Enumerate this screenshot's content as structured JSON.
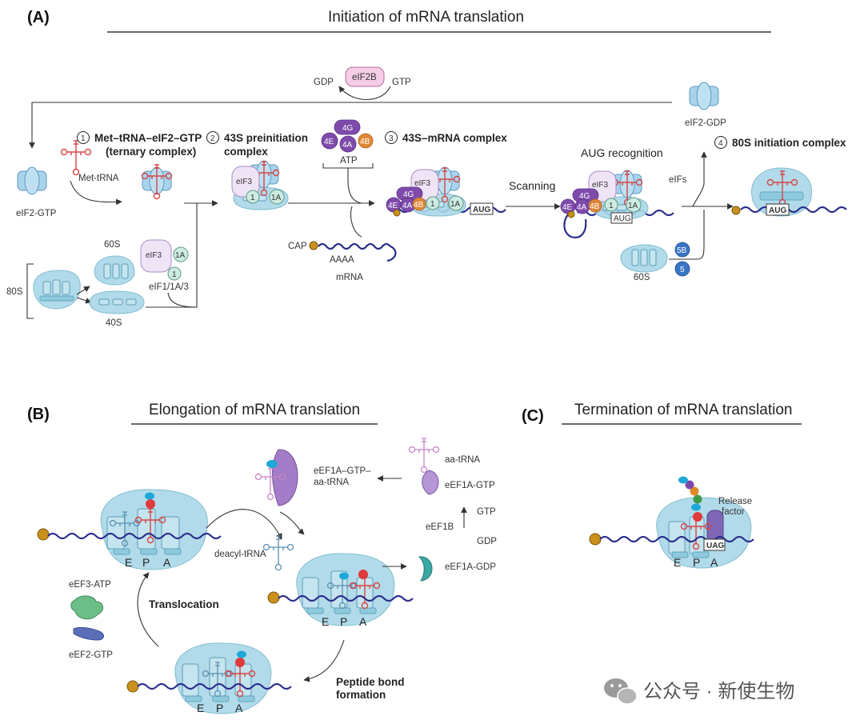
{
  "panelA": {
    "letter": "(A)",
    "title": "Initiation of mRNA translation",
    "recycle": {
      "gdp": "GDP",
      "eif2b": "eIF2B",
      "gtp": "GTP",
      "eif2_gdp": "eIF2-GDP"
    },
    "eif2_gtp": "eIF2-GTP",
    "met_trna": "Met-tRNA",
    "step1": {
      "num": "1",
      "line1": "Met–tRNA–eIF2–GTP",
      "line2": "(ternary complex)"
    },
    "step2": {
      "num": "2",
      "line1": "43S preinitiation",
      "line2": "complex"
    },
    "step3": {
      "num": "3",
      "label": "43S–mRNA complex"
    },
    "step4": {
      "num": "4",
      "label": "80S initiation complex"
    },
    "subunit_60s": "60S",
    "subunit_40s": "40S",
    "subunit_80s": "80S",
    "eif1_1a_3": "eIF1/1A/3",
    "eif3": "eIF3",
    "f1": "1",
    "f1a": "1A",
    "f4g": "4G",
    "f4e": "4E",
    "f4a": "4A",
    "f4b": "4B",
    "atp": "ATP",
    "cap": "CAP",
    "aaaa": "AAAA",
    "mrna": "mRNA",
    "scanning": "Scanning",
    "aug_recognition": "AUG recognition",
    "aug": "AUG",
    "eifs": "eIFs",
    "f5b": "5B",
    "f5": "5",
    "subunit_60s_b": "60S"
  },
  "panelB": {
    "letter": "(B)",
    "title": "Elongation of mRNA translation",
    "ternary": {
      "line1": "eEF1A–GTP–",
      "line2": "aa-tRNA"
    },
    "aa_trna": "aa-tRNA",
    "eef1a_gtp": "eEF1A-GTP",
    "gtp": "GTP",
    "eef1b": "eEF1B",
    "gdp": "GDP",
    "eef1a_gdp": "eEF1A-GDP",
    "deacyl": "deacyl-tRNA",
    "eef3_atp": "eEF3-ATP",
    "translocation": "Translocation",
    "eef2_gtp": "eEF2-GTP",
    "peptide": {
      "line1": "Peptide bond",
      "line2": "formation"
    },
    "site_e": "E",
    "site_p": "P",
    "site_a": "A"
  },
  "panelC": {
    "letter": "(C)",
    "title": "Termination of mRNA translation",
    "release": {
      "line1": "Release",
      "line2": "factor"
    },
    "uag": "UAG",
    "site_e": "E",
    "site_p": "P",
    "site_a": "A"
  },
  "watermark": {
    "icon": "wechat-icon",
    "text": "公众号 · 新使生物"
  },
  "colors": {
    "ribosome": "#a9d8e8",
    "mrna": "#2b2e8c",
    "trna": "#d64545",
    "eif4": "#7e4bab",
    "eif3": "#eee4f6",
    "eif1": "#cdebe2"
  }
}
